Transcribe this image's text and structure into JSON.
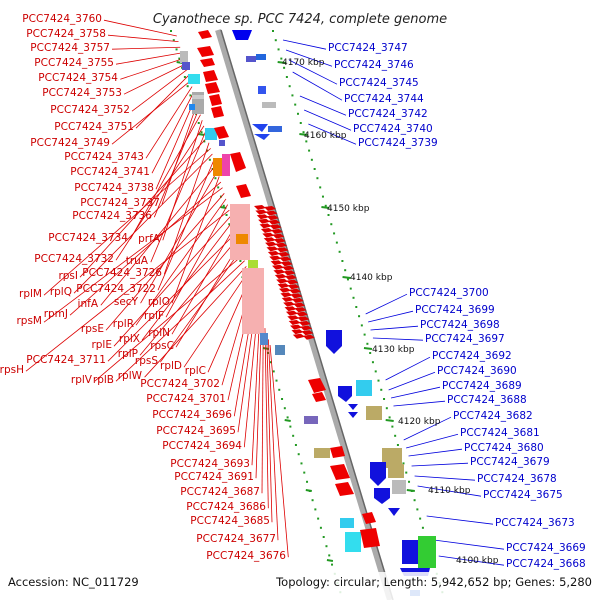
{
  "title": "Cyanothece sp. PCC 7424, complete genome",
  "footer": {
    "accession": "Accession: NC_011729",
    "topology": "Topology: circular; Length: 5,942,652 bp; Genes: 5,280"
  },
  "scale_labels": [
    "4170 kbp",
    "4160 kbp",
    "4150 kbp",
    "4140 kbp",
    "4130 kbp",
    "4120 kbp",
    "4110 kbp",
    "4100 kbp"
  ],
  "red_labels": [
    "PCC7424_3760",
    "PCC7424_3758",
    "PCC7424_3757",
    "PCC7424_3755",
    "PCC7424_3754",
    "PCC7424_3753",
    "PCC7424_3752",
    "PCC7424_3751",
    "PCC7424_3749",
    "PCC7424_3743",
    "PCC7424_3741",
    "PCC7424_3738",
    "PCC7424_3737",
    "PCC7424_3736",
    "PCC7424_3734",
    "prfA",
    "PCC7424_3732",
    "truA",
    "rpsI",
    "PCC7424_3726",
    "rplM",
    "rplQ",
    "PCC7424_3722",
    "infA",
    "secY",
    "rplO",
    "rpmJ",
    "rpsM",
    "rpsE",
    "rplR",
    "rplF",
    "rpsH",
    "rplE",
    "rplX",
    "rplN",
    "PCC7424_3711",
    "rplP",
    "rpsC",
    "rpsS",
    "rplV",
    "rplB",
    "rplW",
    "rplD",
    "rplC",
    "PCC7424_3702",
    "PCC7424_3701",
    "PCC7424_3696",
    "PCC7424_3695",
    "PCC7424_3694",
    "PCC7424_3693",
    "PCC7424_3691",
    "PCC7424_3687",
    "PCC7424_3686",
    "PCC7424_3685",
    "PCC7424_3677",
    "PCC7424_3676"
  ],
  "blue_labels": [
    "PCC7424_3747",
    "PCC7424_3746",
    "PCC7424_3745",
    "PCC7424_3744",
    "PCC7424_3742",
    "PCC7424_3740",
    "PCC7424_3739",
    "PCC7424_3700",
    "PCC7424_3699",
    "PCC7424_3698",
    "PCC7424_3697",
    "PCC7424_3692",
    "PCC7424_3690",
    "PCC7424_3689",
    "PCC7424_3688",
    "PCC7424_3682",
    "PCC7424_3681",
    "PCC7424_3680",
    "PCC7424_3679",
    "PCC7424_3678",
    "PCC7424_3675",
    "PCC7424_3673",
    "PCC7424_3669",
    "PCC7424_3668"
  ],
  "colors": {
    "forward": "#dd0000",
    "reverse": "#0000dd",
    "backbone": "#999999",
    "tick": "#229922"
  }
}
